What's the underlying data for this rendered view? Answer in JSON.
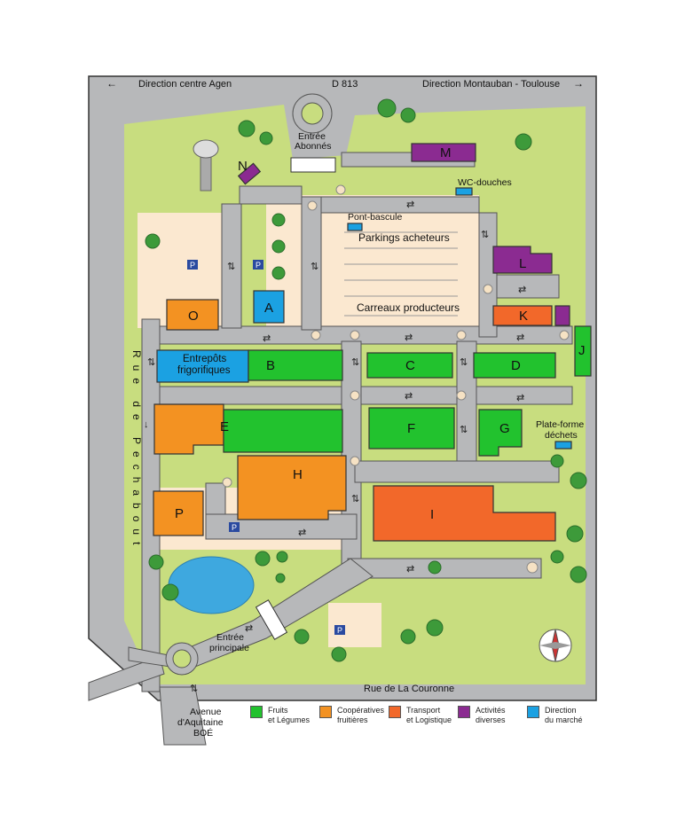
{
  "roads": {
    "top_left": "Direction centre Agen",
    "top_center": "D 813",
    "top_right": "Direction Montauban - Toulouse",
    "left_street": "Rue de Pechabout",
    "bottom_street": "Rue de La Couronne",
    "avenue_line1": "Avenue",
    "avenue_line2": "d'Aquitaine",
    "avenue_line3": "BOÉ"
  },
  "entrances": {
    "abonnes_line1": "Entrée",
    "abonnes_line2": "Abonnés",
    "main_line1": "Entrée",
    "main_line2": "principale"
  },
  "labels": {
    "pont_bascule": "Pont-bascule",
    "parkings": "Parkings acheteurs",
    "carreaux": "Carreaux producteurs",
    "wc": "WC-douches",
    "dechets_line1": "Plate-forme",
    "dechets_line2": "déchets",
    "entrepots_line1": "Entrepôts",
    "entrepots_line2": "frigorifiques",
    "parking_symbol": "P"
  },
  "buildings": {
    "A": "A",
    "B": "B",
    "C": "C",
    "D": "D",
    "E": "E",
    "F": "F",
    "G": "G",
    "H": "H",
    "I": "I",
    "J": "J",
    "K": "K",
    "L": "L",
    "M": "M",
    "N": "N",
    "O": "O",
    "P": "P"
  },
  "colors": {
    "fruits": "#22c22e",
    "cooperatives": "#f39222",
    "transport": "#f2682a",
    "activites": "#8b2b91",
    "direction": "#1ba1e2",
    "road": "#b7b8ba",
    "grass": "#c8dd7f",
    "sand": "#fbe8d0",
    "water": "#3ea8df"
  },
  "legend": [
    {
      "line1": "Fruits",
      "line2": "et Légumes",
      "color": "#22c22e"
    },
    {
      "line1": "Coopératives",
      "line2": "fruitières",
      "color": "#f39222"
    },
    {
      "line1": "Transport",
      "line2": "et Logistique",
      "color": "#f2682a"
    },
    {
      "line1": "Activités",
      "line2": "diverses",
      "color": "#8b2b91"
    },
    {
      "line1": "Direction",
      "line2": "du marché",
      "color": "#1ba1e2"
    }
  ]
}
